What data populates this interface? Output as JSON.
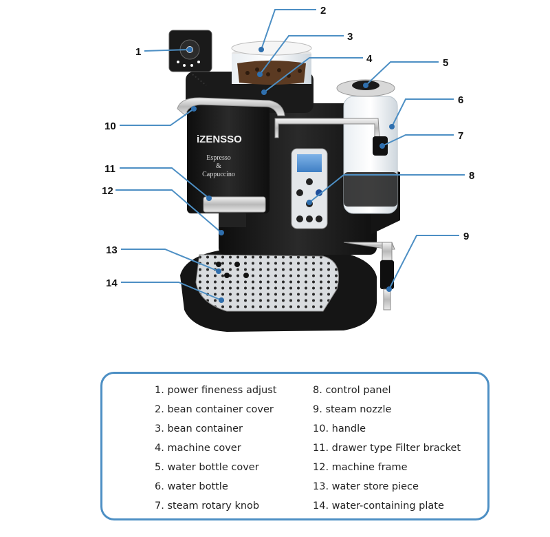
{
  "brand": "iZENSSO",
  "product_label": [
    "Espresso",
    "&",
    "Cappuccino"
  ],
  "callouts": [
    "1",
    "2",
    "3",
    "4",
    "5",
    "6",
    "7",
    "8",
    "9",
    "10",
    "11",
    "12",
    "13",
    "14"
  ],
  "legend": {
    "left": [
      "1. power fineness adjust",
      "2. bean container cover",
      "3. bean container",
      "4. machine cover",
      "5. water bottle cover",
      "6. water bottle",
      "7. steam rotary knob"
    ],
    "right": [
      "8. control panel",
      "9. steam nozzle",
      "10. handle",
      "11. drawer type Filter bracket",
      "12. machine frame",
      "13. water store piece",
      "14. water-containing plate"
    ]
  },
  "colors": {
    "leader": "#4d8fc4",
    "dot": "#2f6fae",
    "machine": "#1c1c1c",
    "frame": "#4d8fc4"
  }
}
